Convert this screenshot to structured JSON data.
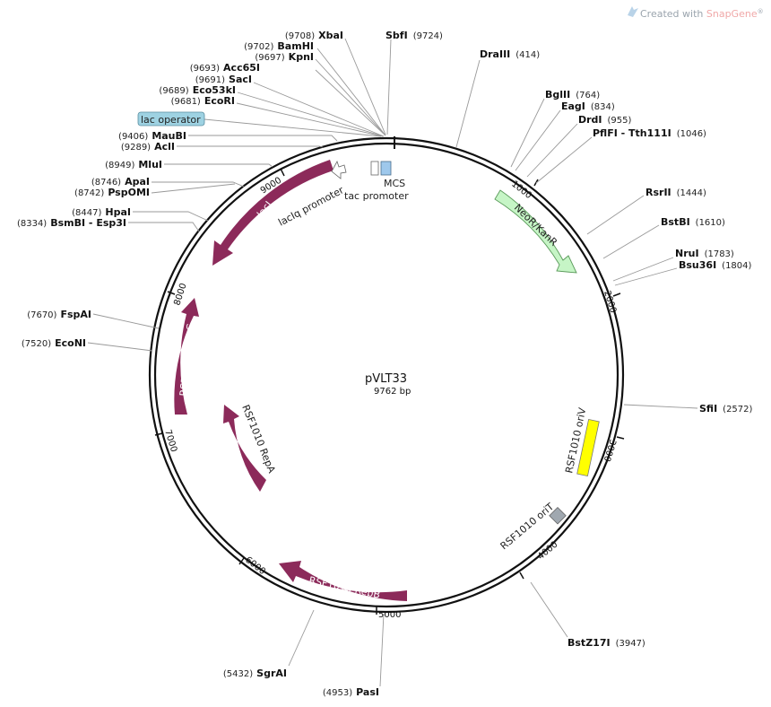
{
  "watermark": {
    "prefix": "Created with ",
    "brand": "SnapGene",
    "mark": "®",
    "brand_color": "#f0a8a8"
  },
  "plasmid": {
    "name": "pVLT33",
    "length_label": "9762 bp",
    "length_bp": 9762
  },
  "ticks": [
    "1000",
    "2000",
    "3000",
    "4000",
    "5000",
    "6000",
    "7000",
    "8000",
    "9000"
  ],
  "sites": [
    {
      "name": "XbaI",
      "pos": "(9708)"
    },
    {
      "name": "BamHI",
      "pos": "(9702)"
    },
    {
      "name": "KpnI",
      "pos": "(9697)"
    },
    {
      "name": "Acc65I",
      "pos": "(9693)"
    },
    {
      "name": "SacI",
      "pos": "(9691)"
    },
    {
      "name": "Eco53kI",
      "pos": "(9689)"
    },
    {
      "name": "EcoRI",
      "pos": "(9681)"
    },
    {
      "name": "MauBI",
      "pos": "(9406)"
    },
    {
      "name": "AclI",
      "pos": "(9289)"
    },
    {
      "name": "MluI",
      "pos": "(8949)"
    },
    {
      "name": "ApaI",
      "pos": "(8746)"
    },
    {
      "name": "PspOMI",
      "pos": "(8742)"
    },
    {
      "name": "HpaI",
      "pos": "(8447)"
    },
    {
      "name": "BsmBI - Esp3I",
      "pos": "(8334)"
    },
    {
      "name": "FspAI",
      "pos": "(7670)"
    },
    {
      "name": "EcoNI",
      "pos": "(7520)"
    },
    {
      "name": "SgrAI",
      "pos": "(5432)"
    },
    {
      "name": "PasI",
      "pos": "(4953)"
    },
    {
      "name": "SbfI",
      "pos": "(9724)"
    },
    {
      "name": "DraIII",
      "pos": "(414)"
    },
    {
      "name": "BglII",
      "pos": "(764)"
    },
    {
      "name": "EagI",
      "pos": "(834)"
    },
    {
      "name": "DrdI",
      "pos": "(955)"
    },
    {
      "name": "PflFI - Tth111I",
      "pos": "(1046)"
    },
    {
      "name": "RsrII",
      "pos": "(1444)"
    },
    {
      "name": "BstBI",
      "pos": "(1610)"
    },
    {
      "name": "NruI",
      "pos": "(1783)"
    },
    {
      "name": "Bsu36I",
      "pos": "(1804)"
    },
    {
      "name": "SfiI",
      "pos": "(2572)"
    },
    {
      "name": "BstZ17I",
      "pos": "(3947)"
    }
  ],
  "features": {
    "lac_operator": "lac operator",
    "lacI": "lacI",
    "lacIq_promoter": "lacIq promoter",
    "tac_promoter": "tac promoter",
    "mcs": "MCS",
    "neo": "NeoR/KanR",
    "repC": "RSF1010 RepC",
    "repA": "RSF1010 RepA",
    "repB": "RSF1010 RepB",
    "oriV": "RSF1010 oriV",
    "oriT": "RSF1010 oriT"
  },
  "colors": {
    "rep_features": "#8c2a5a",
    "neo": "#c6f5c6",
    "ori_v": "#ffff00",
    "ori_t": "#a0a8b0",
    "mcs": "#9ec8ec",
    "lac_operator": "#9ed2e2",
    "backbone": "#111111"
  }
}
